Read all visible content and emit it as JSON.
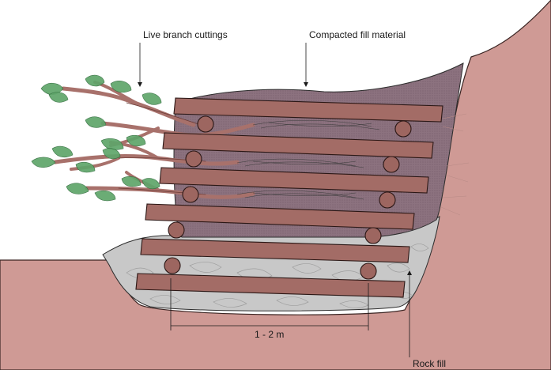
{
  "labels": {
    "live_branch": "Live branch cuttings",
    "compacted_fill": "Compacted fill material",
    "spacing": "1 - 2 m",
    "rock_fill": "Rock fill"
  },
  "colors": {
    "ground": "#cf9a95",
    "ground_stroke": "#3a2422",
    "fill_material": "#8c727f",
    "rock_fill": "#c8c8c8",
    "log": "#a36c66",
    "leaf": "#5fa56a"
  }
}
